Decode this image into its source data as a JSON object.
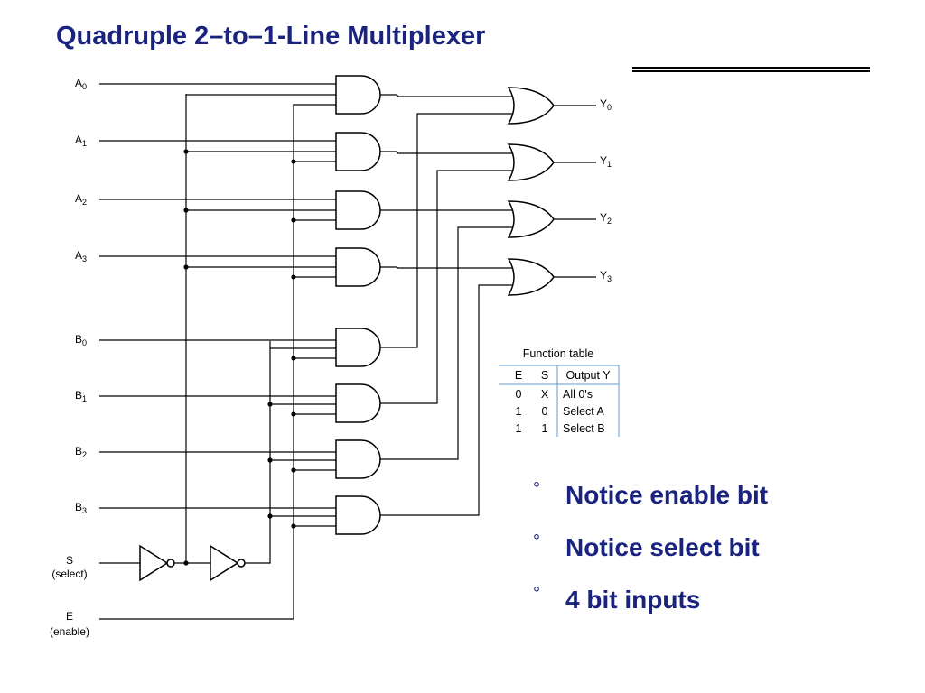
{
  "slide": {
    "title": "Quadruple 2–to–1-Line Multiplexer"
  },
  "circuit": {
    "inputs_a": [
      {
        "base": "A",
        "sub": "0"
      },
      {
        "base": "A",
        "sub": "1"
      },
      {
        "base": "A",
        "sub": "2"
      },
      {
        "base": "A",
        "sub": "3"
      }
    ],
    "inputs_b": [
      {
        "base": "B",
        "sub": "0"
      },
      {
        "base": "B",
        "sub": "1"
      },
      {
        "base": "B",
        "sub": "2"
      },
      {
        "base": "B",
        "sub": "3"
      }
    ],
    "outputs": [
      {
        "base": "Y",
        "sub": "0"
      },
      {
        "base": "Y",
        "sub": "1"
      },
      {
        "base": "Y",
        "sub": "2"
      },
      {
        "base": "Y",
        "sub": "3"
      }
    ],
    "select": {
      "name": "S",
      "desc": "(select)"
    },
    "enable": {
      "name": "E",
      "desc": "(enable)"
    }
  },
  "function_table": {
    "title": "Function table",
    "headers": [
      "E",
      "S",
      "Output Y"
    ],
    "rows": [
      [
        "0",
        "X",
        "All 0's"
      ],
      [
        "1",
        "0",
        "Select A"
      ],
      [
        "1",
        "1",
        "Select B"
      ]
    ],
    "rule_color": "#5b9bd5"
  },
  "bullets": {
    "marker": "°",
    "items": [
      "Notice enable bit",
      "Notice select bit",
      "4 bit inputs"
    ]
  },
  "colors": {
    "title": "#1a237e",
    "text": "#1a237e"
  }
}
